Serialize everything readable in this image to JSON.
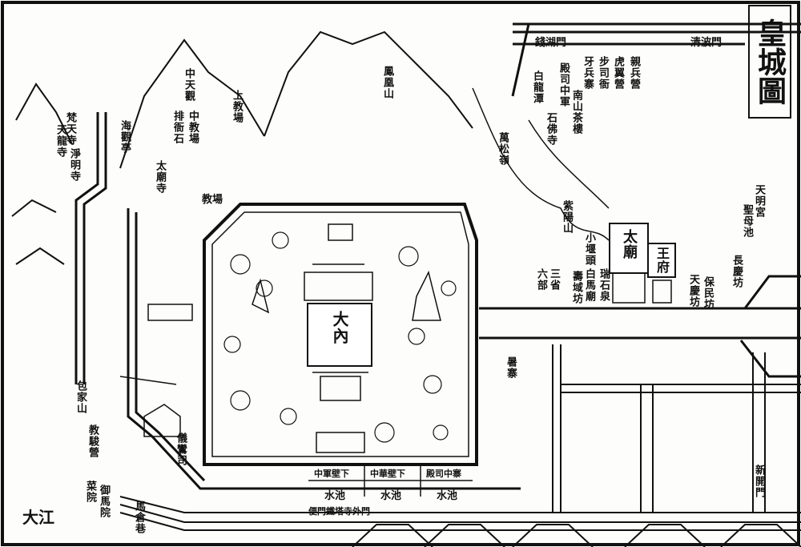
{
  "title": "皇城圖",
  "palace": "大內",
  "temple": "太廟",
  "prince_mansion": "王府",
  "labels": [
    "鳳凰山",
    "錢湖門",
    "清波門",
    "萬松嶺",
    "中天觀",
    "上教場",
    "中教場",
    "大江",
    "御馬院",
    "馬倉巷",
    "儀鸞司",
    "白馬廟",
    "瑞石泉",
    "壽域坊",
    "天慶坊",
    "長慶坊",
    "水池",
    "水池",
    "水池",
    "中軍壁下",
    "中華壁下",
    "殿司中寨",
    "便門鐵塔寺外門",
    "教場",
    "太廟寺",
    "梵天寺",
    "天明宮",
    "聖母池",
    "殿司中軍",
    "白龍潭",
    "石佛寺",
    "南山茶樓",
    "牙兵寨",
    "步司衙",
    "虎翼營",
    "親兵營",
    "排衙石",
    "天龍寺",
    "淨明寺",
    "海觀亭",
    "教駿營",
    "菜院",
    "包家山",
    "暑寨",
    "六部",
    "三省",
    "小堰頭",
    "紫陽山",
    "保民坊",
    "新開門"
  ]
}
